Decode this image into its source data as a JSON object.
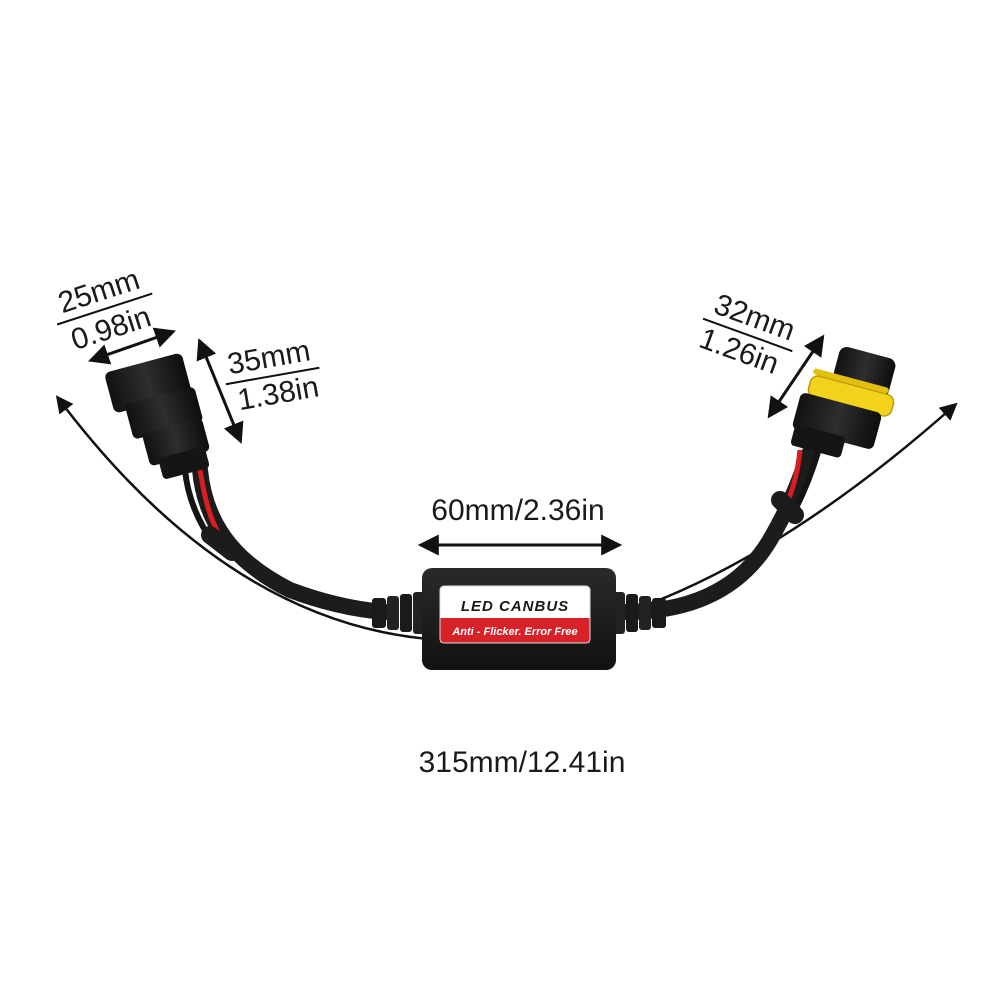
{
  "dimensions": {
    "plug_width_mm": "25mm",
    "plug_width_in": "0.98in",
    "plug_height_mm": "35mm",
    "plug_height_in": "1.38in",
    "socket_mm": "32mm",
    "socket_in": "1.26in",
    "module_length": "60mm/2.36in",
    "total_length": "315mm/12.41in"
  },
  "module": {
    "title": "LED CANBUS",
    "subtitle": "Anti - Flicker. Error Free"
  },
  "colors": {
    "cable": "#1c1c1c",
    "red_wire": "#d81e1e",
    "seal": "#f3d21c",
    "label_red": "#d7222a"
  }
}
